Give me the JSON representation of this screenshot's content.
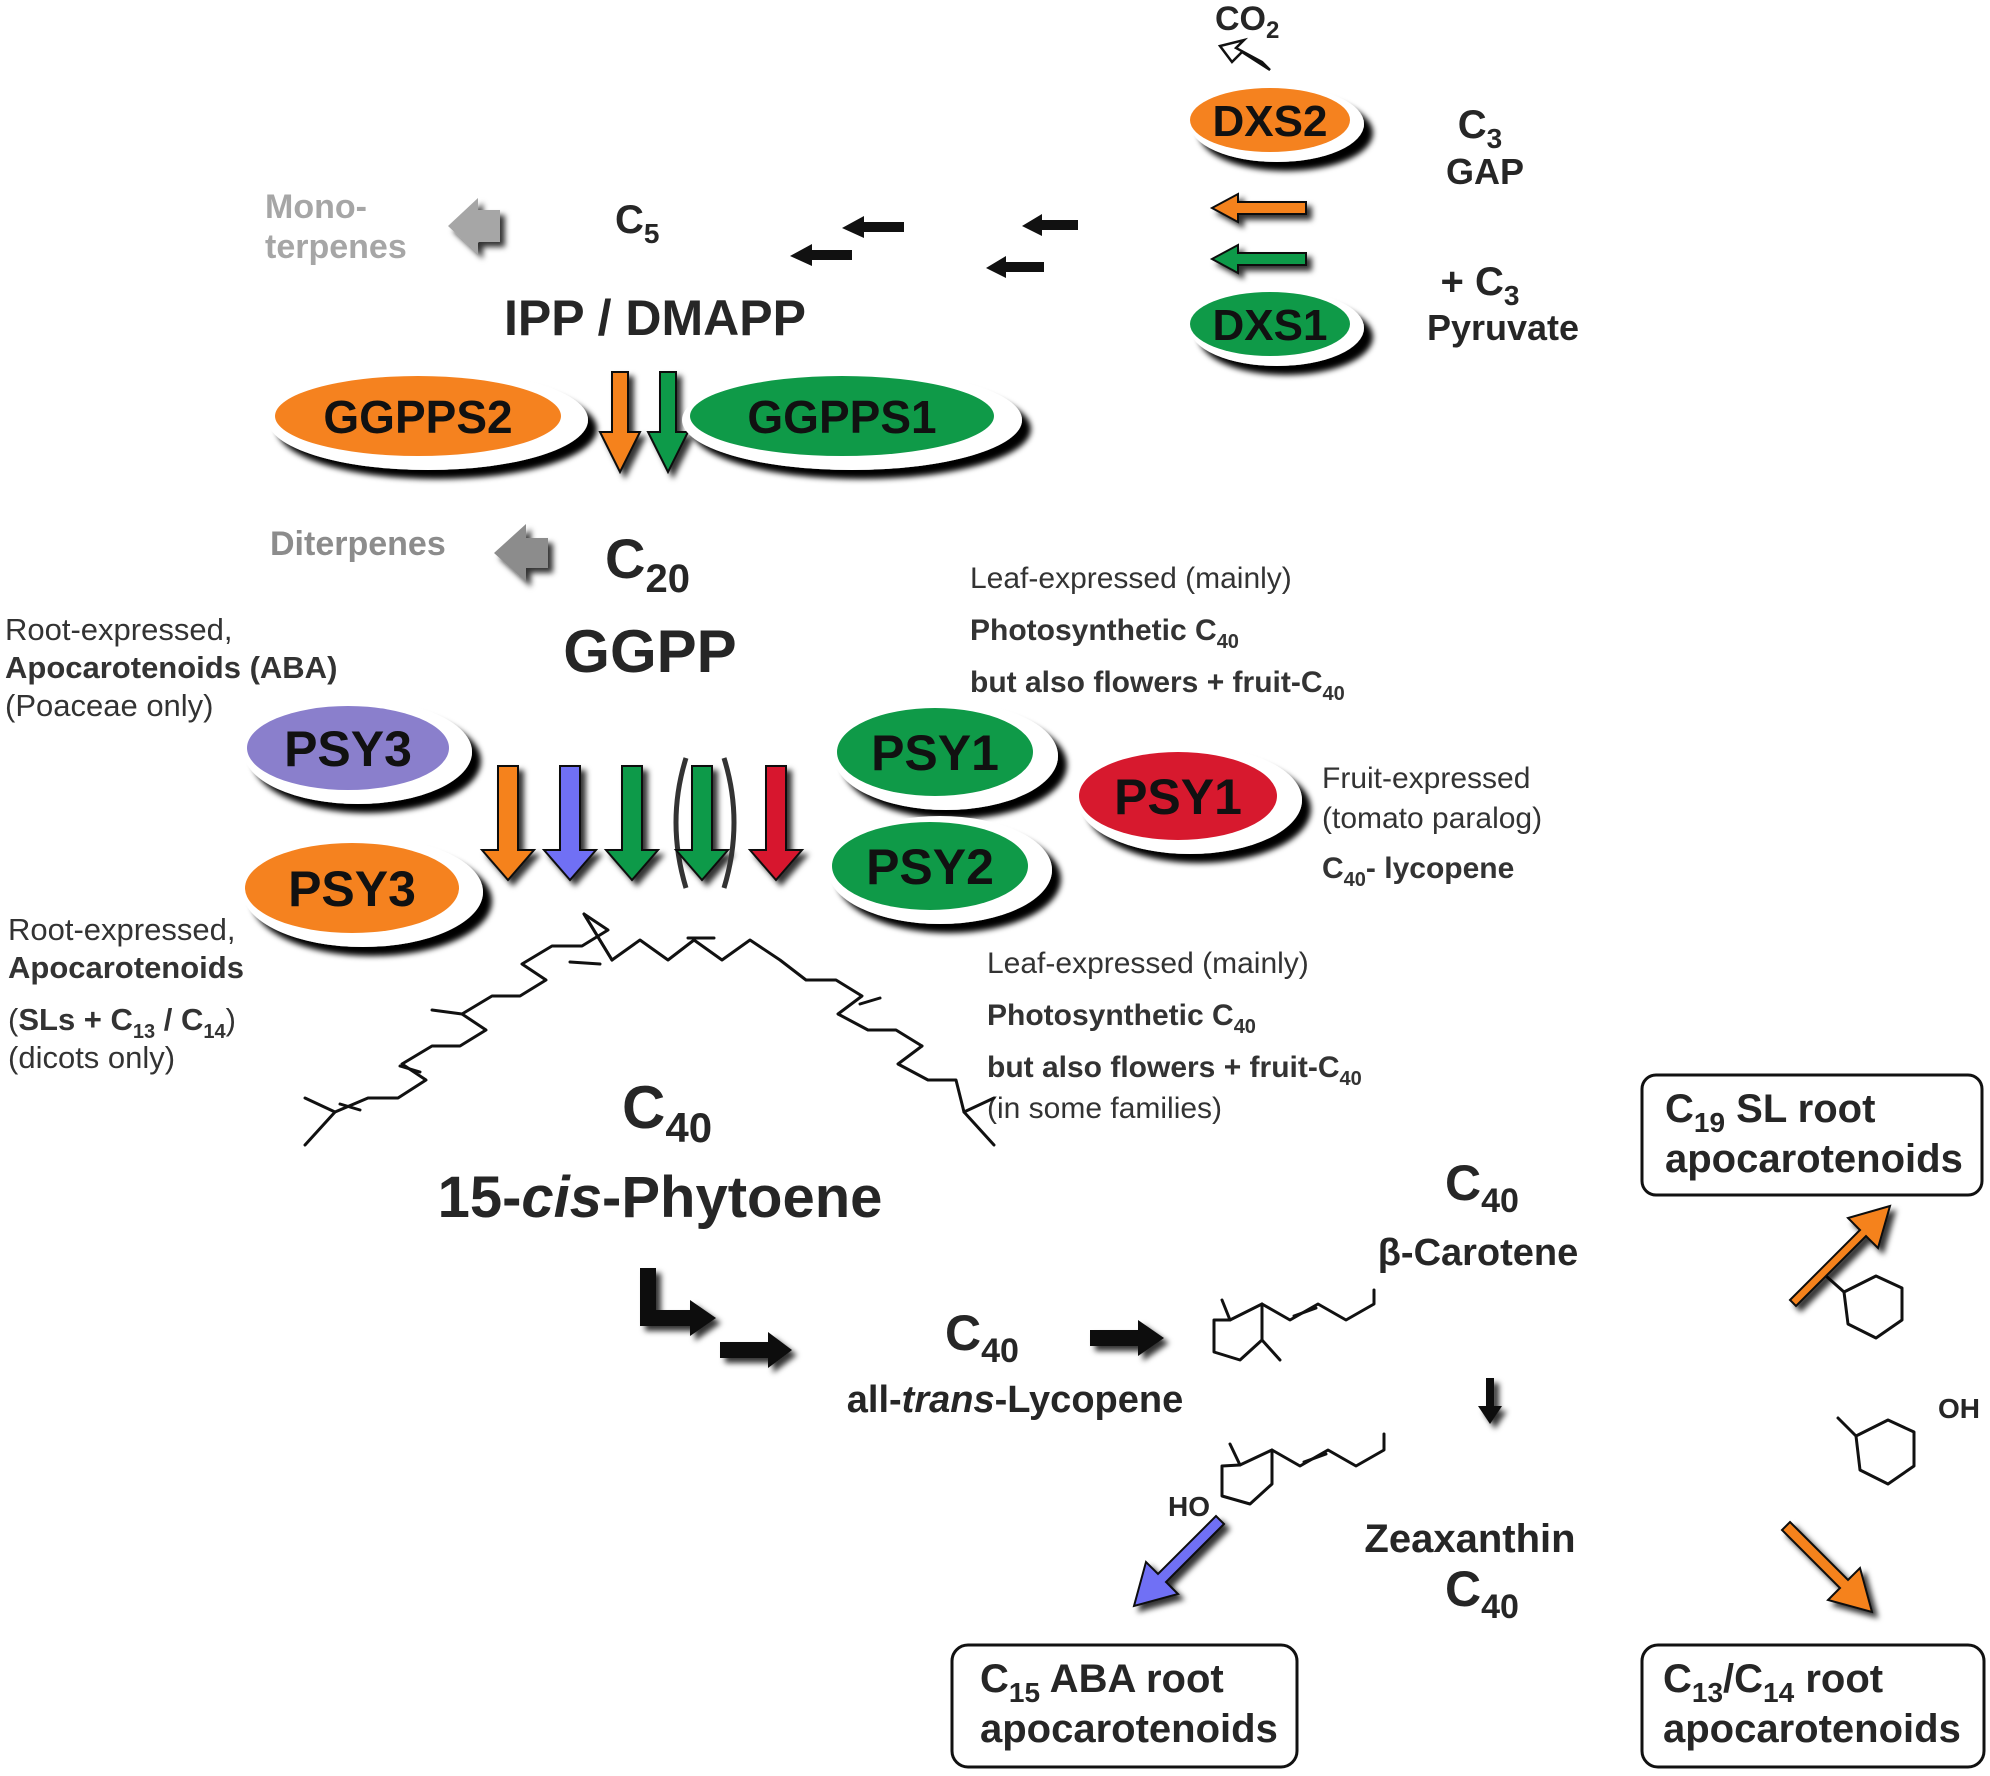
{
  "top": {
    "co2": {
      "main": "CO",
      "sub": "2"
    },
    "c3_gap": {
      "main": "C",
      "sub": "3",
      "line2": "GAP"
    },
    "c3_pyruvate": {
      "main": "+ C",
      "sub": "3",
      "line2": "Pyruvate"
    },
    "c5": {
      "main": "C",
      "sub": "5"
    },
    "ipp": "IPP / DMAPP",
    "monoterpenes": [
      "Mono-",
      "terpenes"
    ],
    "diterpenes": "Diterpenes",
    "c20": {
      "main": "C",
      "sub": "20"
    },
    "ggpp": "GGPP"
  },
  "enzymes": {
    "dxs2": "DXS2",
    "dxs1": "DXS1",
    "ggpps2": "GGPPS2",
    "ggpps1": "GGPPS1",
    "psy3_purple": "PSY3",
    "psy3_orange": "PSY3",
    "psy1_green": "PSY1",
    "psy2_green": "PSY2",
    "psy1_red": "PSY1"
  },
  "colors": {
    "orange": "#f5821f",
    "green": "#0f9a48",
    "purple": "#8a7fcc",
    "red": "#d7192e",
    "blue_arrow": "#6f6ff5",
    "gray_arrow": "#a6a6a6"
  },
  "annotations": {
    "root_aba": {
      "line1": "Root-expressed,",
      "line2": "Apocarotenoids (ABA)",
      "line3": "(Poaceae only)"
    },
    "root_sl": {
      "line1": "Root-expressed,",
      "line2": "Apocarotenoids",
      "line3a": "(",
      "line3b": "SLs + C",
      "sub1": "13",
      "line3c": " / C",
      "sub2": "14",
      "line3d": ")",
      "line4": "(dicots only)"
    },
    "leaf_top": {
      "line1": "Leaf-expressed (mainly)",
      "line2": "Photosynthetic C",
      "sub2": "40",
      "line3": "but also flowers + fruit-C",
      "sub3": "40"
    },
    "fruit": {
      "line1": "Fruit-expressed",
      "line2": "(tomato paralog)",
      "line3a": "C",
      "sub3": "40",
      "line3b": "- lycopene"
    },
    "leaf_bottom": {
      "line1": "Leaf-expressed (mainly)",
      "line2": "Photosynthetic C",
      "sub2": "40",
      "line3": "but also flowers + fruit-C",
      "sub3": "40",
      "line4": "(in some families)"
    }
  },
  "molecules": {
    "phytoene": {
      "c_main": "C",
      "c_sub": "40",
      "name_pre": "15-",
      "name_ital": "cis",
      "name_post": "-Phytoene"
    },
    "lycopene": {
      "c_main": "C",
      "c_sub": "40",
      "name_pre": "all-",
      "name_ital": "trans",
      "name_post": "-Lycopene"
    },
    "carotene": {
      "c_main": "C",
      "c_sub": "40",
      "name": "β-Carotene"
    },
    "zeaxanthin": {
      "name": "Zeaxanthin",
      "c_main": "C",
      "c_sub": "40",
      "oh_right": "OH",
      "oh_left": "HO"
    }
  },
  "boxes": {
    "c19": {
      "pre": "C",
      "sub": "19",
      "post": " SL  root",
      "line2": "apocarotenoids"
    },
    "c15": {
      "pre": "C",
      "sub": "15",
      "post": " ABA root",
      "line2": "apocarotenoids"
    },
    "c13": {
      "pre": "C",
      "sub": "13",
      "mid": "/C",
      "sub2": "14",
      "post": " root",
      "line2": "apocarotenoids"
    }
  }
}
